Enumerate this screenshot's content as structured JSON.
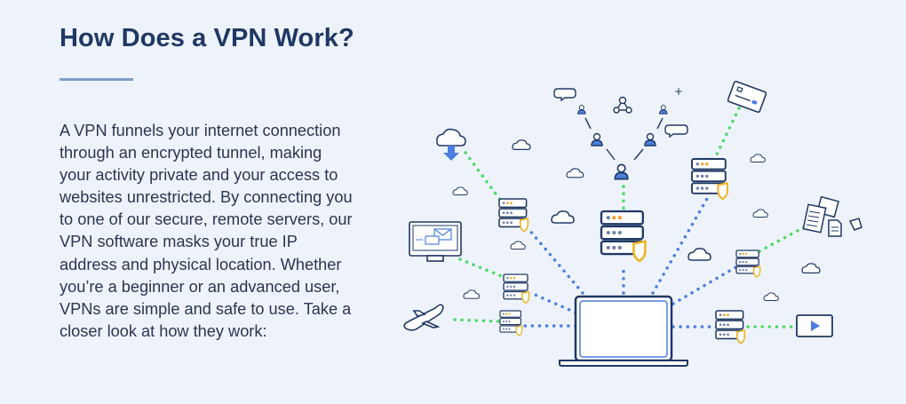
{
  "section": {
    "title": "How Does a VPN Work?",
    "body": "A VPN funnels your internet connection through an encrypted tunnel, making your activity private and your access to websites unrestricted. By connecting you to one of our secure, remote servers, our VPN software masks your true IP address and physical location. Whether you’re a beginner or an advanced user, VPNs are simple and safe to use. Take a closer look at how they work:"
  },
  "illustration": {
    "description": "VPN diagram: laptop connected via encrypted tunnels to secure servers, which connect to internet services",
    "center_device": "laptop",
    "servers": [
      {
        "name": "server-top-center",
        "connects_to": "user-network"
      },
      {
        "name": "server-upper-left",
        "connects_to": "cloud-download"
      },
      {
        "name": "server-mid-left",
        "connects_to": "email-monitor"
      },
      {
        "name": "server-lower-left",
        "connects_to": "airplane"
      },
      {
        "name": "server-upper-right",
        "connects_to": "credit-card"
      },
      {
        "name": "server-mid-right",
        "connects_to": "documents"
      },
      {
        "name": "server-lower-right",
        "connects_to": "video-player"
      }
    ],
    "colors": {
      "tunnel": "#4a7fe0",
      "link": "#4cd964",
      "outline": "#1f3864",
      "shield": "#f0b429",
      "accent_dot": "#f0a020",
      "fill_blue": "#4a7fe0"
    }
  }
}
